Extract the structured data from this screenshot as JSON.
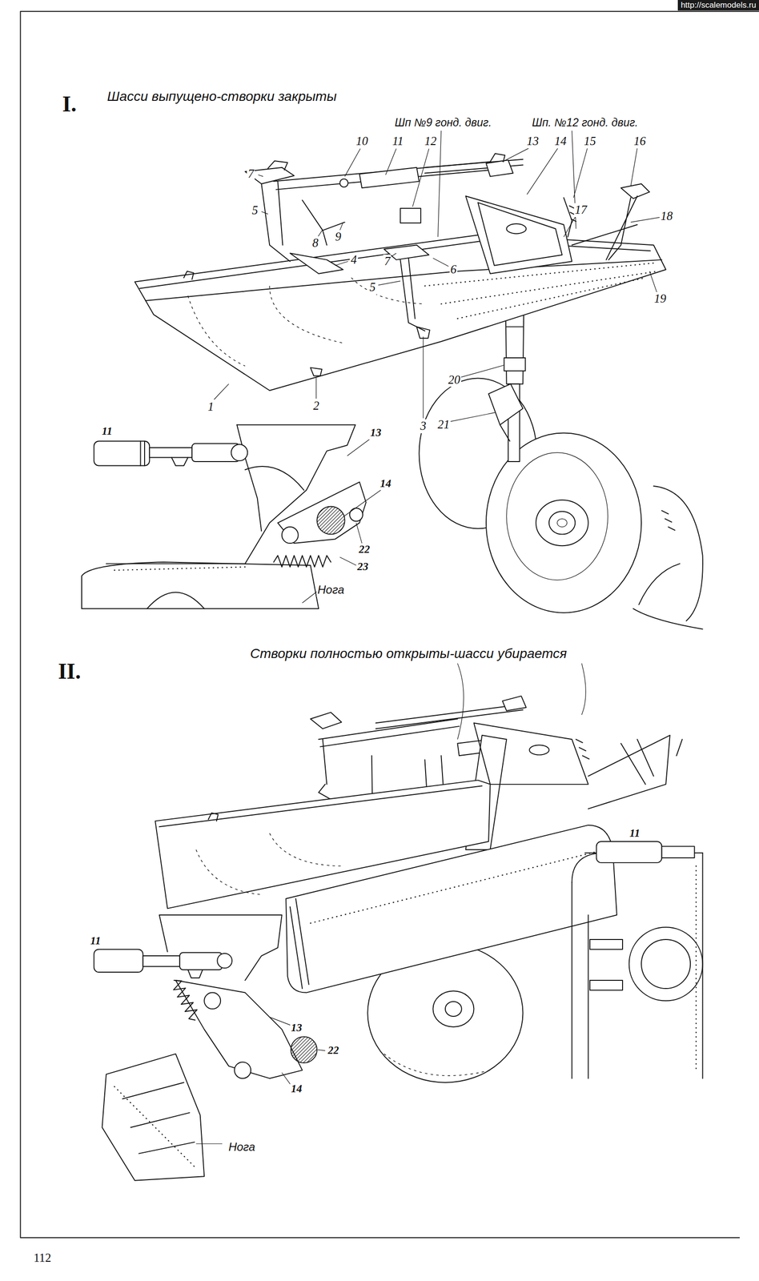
{
  "diagram": {
    "labels": [
      "http://scalemodels.ru",
      "I.",
      "Шасси выпущено-створки закрыты",
      "Шп №9 гонд. двиг.",
      "Шп. №12 гонд. двиг.",
      "7",
      "10",
      "11",
      "12",
      "13",
      "14",
      "15",
      "16",
      "5",
      "8",
      "9",
      "17",
      "18",
      "7",
      "6",
      "5",
      "4",
      "19",
      "1",
      "2",
      "3",
      "20",
      "21",
      "11",
      "13",
      "14",
      "22",
      "23",
      "Нога",
      "II.",
      "Створки полностью открыты-шасси убирается",
      "11",
      "13",
      "22",
      "14",
      "Нога",
      "11",
      "112"
    ]
  }
}
